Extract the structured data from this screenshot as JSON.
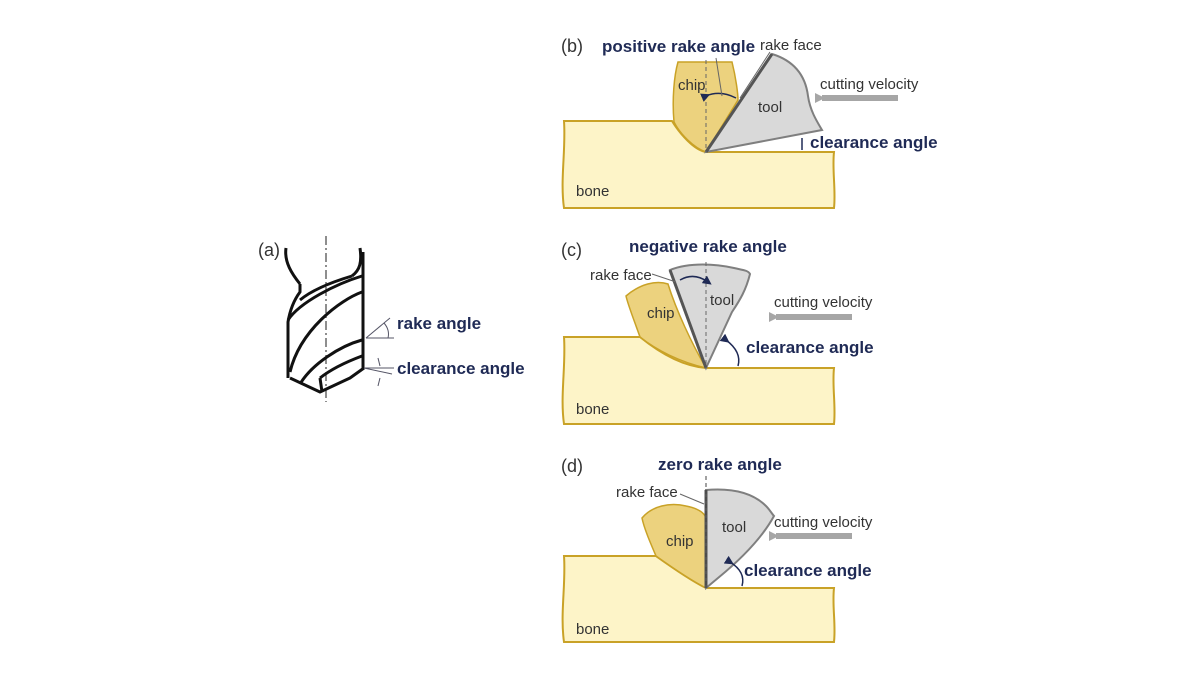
{
  "panel_a": {
    "label": "(a)",
    "rake_angle": "rake angle",
    "clearance_angle": "clearance angle"
  },
  "panel_b": {
    "label": "(b)",
    "title": "positive rake angle",
    "rake_face": "rake face",
    "chip": "chip",
    "tool": "tool",
    "cutting_velocity": "cutting velocity",
    "clearance_angle": "clearance angle",
    "bone": "bone"
  },
  "panel_c": {
    "label": "(c)",
    "title": "negative rake angle",
    "rake_face": "rake face",
    "chip": "chip",
    "tool": "tool",
    "cutting_velocity": "cutting velocity",
    "clearance_angle": "clearance angle",
    "bone": "bone"
  },
  "panel_d": {
    "label": "(d)",
    "title": "zero rake angle",
    "rake_face": "rake face",
    "chip": "chip",
    "tool": "tool",
    "cutting_velocity": "cutting velocity",
    "clearance_angle": "clearance angle",
    "bone": "bone"
  },
  "colors": {
    "bone_fill": "#fdf4c8",
    "bone_stroke": "#c9a227",
    "chip_fill": "#ecd27e",
    "tool_fill": "#d9d9d9",
    "tool_stroke": "#7f7f7f",
    "arrow": "#a6a6a6",
    "title_text": "#1f2a55"
  }
}
